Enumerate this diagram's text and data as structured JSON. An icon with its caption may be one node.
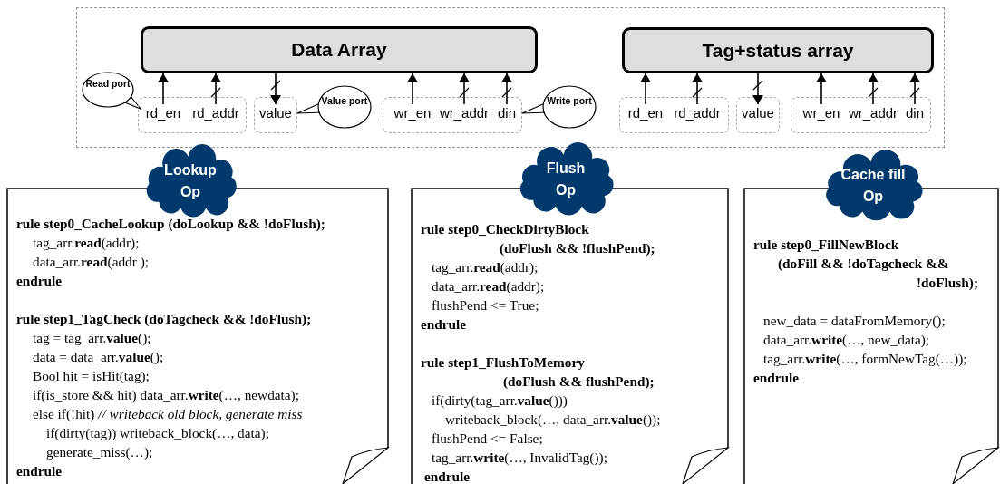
{
  "diagram": {
    "nodes": [
      {
        "text": [],
        "shape": "box"
      },
      {
        "text": [
          "Data Array"
        ],
        "in": 0
      },
      {
        "text": [
          "Tag+status array"
        ],
        "in": 0
      },
      {
        "text": [
          "Read port"
        ],
        "in": 0
      },
      {
        "text": [],
        "shape": "box",
        "in": 0
      },
      {
        "text": [
          "rd_en"
        ],
        "in": 4
      },
      {
        "text": [
          "rd_addr"
        ],
        "in": 4
      },
      {
        "text": [],
        "shape": "box",
        "in": 0
      },
      {
        "text": [
          "value"
        ],
        "in": 7
      },
      {
        "text": [
          "Value port"
        ],
        "in": 0
      },
      {
        "text": [],
        "shape": "box",
        "in": 0
      },
      {
        "text": [
          "wr_en"
        ],
        "in": 10
      },
      {
        "text": [
          "wr_addr"
        ],
        "in": 10
      },
      {
        "text": [
          "din"
        ],
        "in": 10
      },
      {
        "text": [
          "Write port"
        ],
        "in": 0
      },
      {
        "text": [],
        "shape": "box",
        "in": 0
      },
      {
        "text": [
          "rd_en"
        ],
        "in": 15
      },
      {
        "text": [
          "rd_addr"
        ],
        "in": 15
      },
      {
        "text": [],
        "shape": "box",
        "in": 0
      },
      {
        "text": [
          "value"
        ],
        "in": 18
      },
      {
        "text": [],
        "shape": "box",
        "in": 0
      },
      {
        "text": [
          "wr_en"
        ],
        "in": 20
      },
      {
        "text": [
          "wr_addr"
        ],
        "in": 20
      },
      {
        "text": [
          "din"
        ],
        "in": 20
      },
      {
        "text": [
          "Lookup Op"
        ]
      },
      {
        "text": [
          "rule step0_CacheLookup (doLookup && !doFlush);",
          "tag_arr.**read**(addr);",
          "data_arr.**read**(addr );",
          "endrule",
          "rule step1_TagCheck (doTagcheck && !doFlush);",
          "tag = tag_arr.**value**();",
          "data = data_arr.**value**();",
          "Bool hit = isHit(tag);",
          "if(is_store && hit) data_arr.**write**(…, newdata);",
          "else if(!hit)  *// writeback old block, generate miss*",
          "if(dirty(tag)) writeback_block(…, data);",
          "generate_miss(…);",
          "endrule"
        ]
      },
      {
        "text": [
          "Flush Op"
        ]
      },
      {
        "text": [
          "rule step0_CheckDirtyBlock",
          "(doFlush && !flushPend);",
          "tag_arr.**read**(addr);",
          "data_arr.**read**(addr);",
          "flushPend <= True;",
          "endrule",
          "rule step1_FlushToMemory",
          "(doFlush && flushPend);",
          "if(dirty(tag_arr.**value**()))",
          "writeback_block(…, data_arr.**value**());",
          "flushPend <= False;",
          "tag_arr.**write**(…, InvalidTag());",
          "endrule"
        ]
      },
      {
        "text": [
          "Cache fill Op"
        ]
      },
      {
        "text": [
          "rule step0_FillNewBlock",
          "(doFill && !doTagcheck &&",
          "!doFlush);",
          "new_data = dataFromMemory();",
          "data_arr.**write**(…, new_data);",
          "tag_arr.**write**(…, formNewTag(…));",
          "endrule"
        ]
      }
    ],
    "edges": [
      {
        "from": 5,
        "to": 1,
        "arrow": "to"
      },
      {
        "from": 6,
        "to": 1,
        "arrow": "to"
      },
      {
        "from": 1,
        "to": 8,
        "arrow": "to"
      },
      {
        "from": 11,
        "to": 1,
        "arrow": "to"
      },
      {
        "from": 12,
        "to": 1,
        "arrow": "to"
      },
      {
        "from": 13,
        "to": 1,
        "arrow": "to"
      },
      {
        "from": 16,
        "to": 2,
        "arrow": "to"
      },
      {
        "from": 17,
        "to": 2,
        "arrow": "to"
      },
      {
        "from": 2,
        "to": 19,
        "arrow": "to"
      },
      {
        "from": 21,
        "to": 2,
        "arrow": "to"
      },
      {
        "from": 22,
        "to": 2,
        "arrow": "to"
      },
      {
        "from": 23,
        "to": 2,
        "arrow": "to"
      }
    ]
  }
}
